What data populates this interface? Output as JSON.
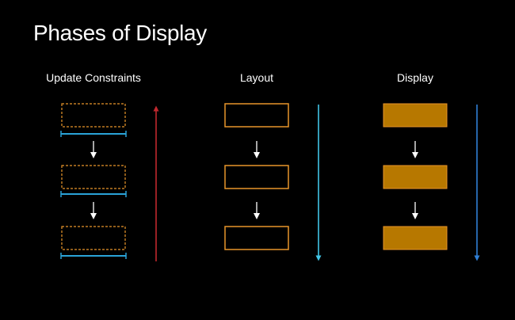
{
  "slide": {
    "title": "Phases of Display"
  },
  "columns": [
    {
      "label": "Update Constraints",
      "box_style": "dashed-outline",
      "arrow_direction": "up"
    },
    {
      "label": "Layout",
      "box_style": "solid-outline",
      "arrow_direction": "down"
    },
    {
      "label": "Display",
      "box_style": "filled",
      "arrow_direction": "down"
    }
  ],
  "colors": {
    "background": "#000000",
    "text": "#ffffff",
    "box_orange": "#e8952a",
    "box_fill": "#b77800",
    "constraint_line": "#2aa3d8",
    "red_arrow": "#c0282e",
    "cyan_arrow": "#41c5e6",
    "blue_arrow": "#2f7fd6",
    "step_arrow": "#ffffff"
  }
}
